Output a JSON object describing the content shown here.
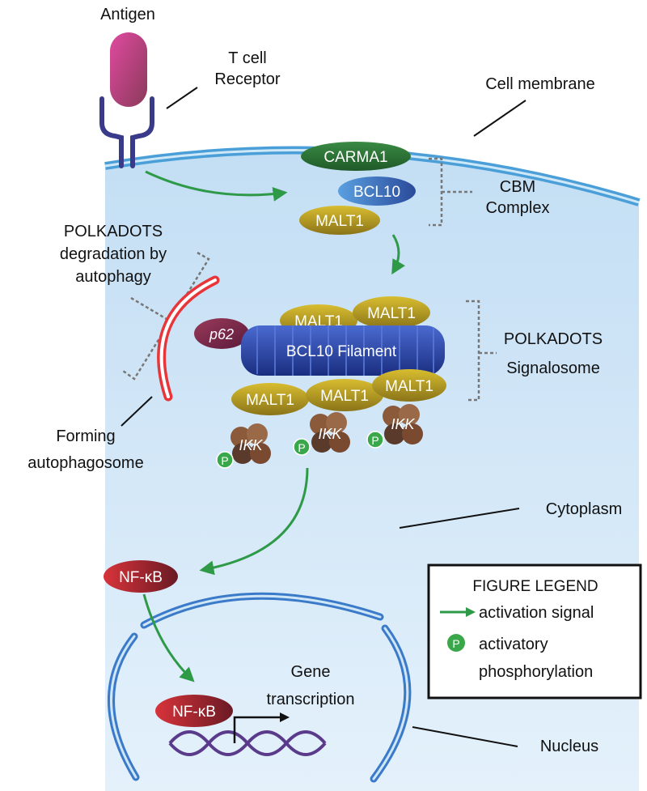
{
  "labels": {
    "antigen": "Antigen",
    "tcr_line1": "T cell",
    "tcr_line2": "Receptor",
    "cell_membrane": "Cell membrane",
    "cbm_line1": "CBM",
    "cbm_line2": "Complex",
    "polk_deg_line1": "POLKADOTS",
    "polk_deg_line2": "degradation by",
    "polk_deg_line3": "autophagy",
    "polk_sig_line1": "POLKADOTS",
    "polk_sig_line2": "Signalosome",
    "forming_line1": "Forming",
    "forming_line2": "autophagosome",
    "cytoplasm": "Cytoplasm",
    "nucleus": "Nucleus",
    "gene_line1": "Gene",
    "gene_line2": "transcription"
  },
  "molecules": {
    "carma1": "CARMA1",
    "bcl10": "BCL10",
    "malt1": "MALT1",
    "p62": "p62",
    "bcl10_filament": "BCL10 Filament",
    "ikk": "IKK",
    "phospho": "P",
    "nfkb": "NF-κB"
  },
  "legend": {
    "title": "FIGURE  LEGEND",
    "activation": "activation signal",
    "phospho_symbol": "P",
    "phospho_line1": "activatory",
    "phospho_line2": "phosphorylation"
  },
  "colors": {
    "cytoplasm": "#cfe6f7",
    "membrane": "#4a9fd8",
    "arrow": "#2e9a48",
    "carma1": "#2f7a3a",
    "bcl10": "#3a78c4",
    "malt1": "#c9a820",
    "p62": "#7a2a4a",
    "filament": "#2f4fa8",
    "ikk": "#8a5a3a",
    "phospho": "#3aa84a",
    "nfkb": "#b0282a",
    "autophagosome": "#e8353a",
    "receptor": "#3a3a8a",
    "antigen": "#d04a9a",
    "dna": "#5a3a8a"
  }
}
